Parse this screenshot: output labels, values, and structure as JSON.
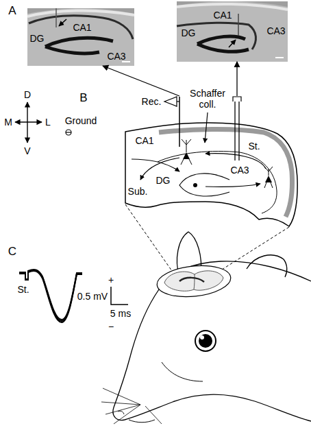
{
  "diagram": {
    "nodes": [
      {
        "text": [
          "CA1",
          "DG",
          "CA3"
        ]
      },
      {
        "text": [
          "CA1",
          "DG",
          "CA3"
        ]
      },
      {
        "text": [
          "CA1",
          "CA3",
          "DG",
          "Sub."
        ]
      }
    ],
    "edges": [
      {
        "from": 2,
        "to": 0,
        "arrow": "to"
      },
      {
        "from": 2,
        "to": 1,
        "arrow": "to"
      }
    ],
    "labels": [
      "A",
      "D",
      "M",
      "L",
      "V",
      "B",
      "Rec.",
      "Schaffer coll.",
      "Ground",
      "St.",
      "C",
      "St.",
      "0.5 mV",
      "5 ms",
      "+",
      "−"
    ]
  }
}
